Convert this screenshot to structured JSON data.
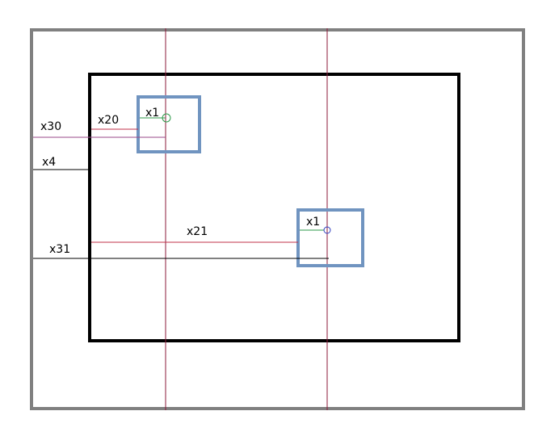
{
  "labels": {
    "x30": "x30",
    "x20": "x20",
    "x4": "x4",
    "x31": "x31",
    "x21": "x21",
    "x1_top": "x1",
    "x1_bottom": "x1"
  },
  "colors": {
    "outer_frame": "#808080",
    "inner_frame": "#000000",
    "small_boxes": "#7094c0",
    "vertical_guides": "#8b1a3a",
    "red_measure": "#c0304a",
    "purple_measure": "#9a4a8a",
    "green_measure": "#2e9a4a",
    "black_measure": "#000000",
    "circle_top": "#2e9a4a",
    "circle_bottom": "#3040c0"
  }
}
